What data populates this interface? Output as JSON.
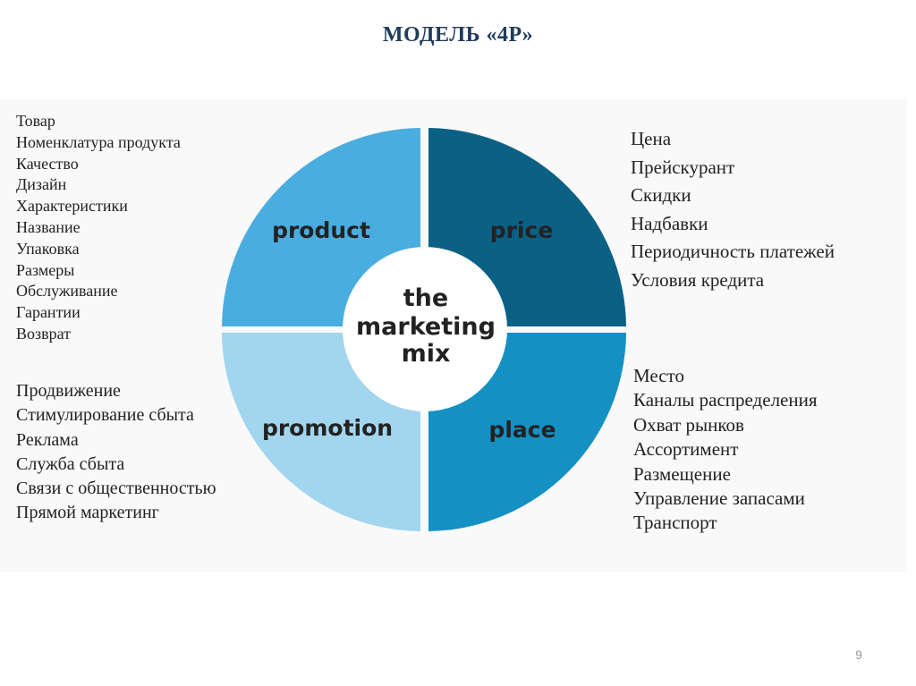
{
  "slide": {
    "title": "МОДЕЛЬ «4P»",
    "page_number": "9"
  },
  "diagram": {
    "center_lines": [
      "the",
      "marketing",
      "mix"
    ],
    "quadrants": {
      "product": {
        "label": "product",
        "color": "#4aade0"
      },
      "price": {
        "label": "price",
        "color": "#0b6184"
      },
      "promotion": {
        "label": "promotion",
        "color": "#a2d5ee"
      },
      "place": {
        "label": "place",
        "color": "#1590c3"
      }
    }
  },
  "lists": {
    "product": [
      "Товар",
      "Номенклатура продукта",
      "Качество",
      "Дизайн",
      "Характеристики",
      "Название",
      "Упаковка",
      "Размеры",
      "Обслуживание",
      "Гарантии",
      "Возврат"
    ],
    "price": [
      "Цена",
      "Прейскурант",
      "Скидки",
      "Надбавки",
      "Периодичность платежей",
      "Условия кредита"
    ],
    "promotion": [
      "Продвижение",
      "Стимулирование сбыта",
      "Реклама",
      "Служба сбыта",
      "Связи с общественностью",
      "Прямой маркетинг"
    ],
    "place": [
      "Место",
      "Каналы распределения",
      "Охват рынков",
      "Ассортимент",
      "Размещение",
      "Управление запасами",
      "Транспорт"
    ]
  }
}
